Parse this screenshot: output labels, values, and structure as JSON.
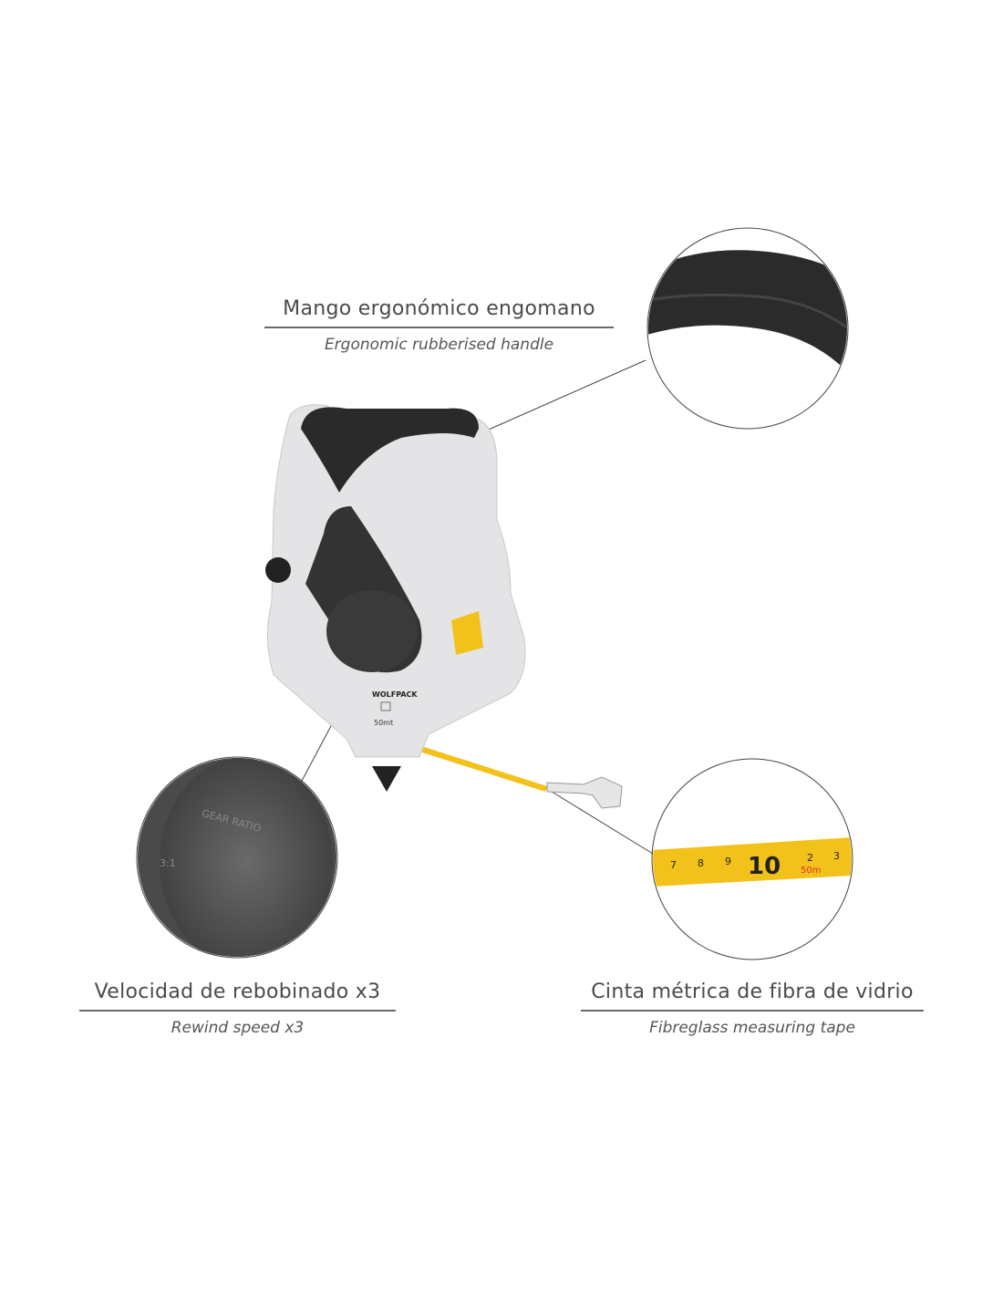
{
  "callouts": [
    {
      "title": "Mango ergonómico engomano",
      "subtitle": "Ergonomic rubberised handle"
    },
    {
      "title": "Velocidad de rebobinado x3",
      "subtitle": "Rewind speed x3"
    },
    {
      "title": "Cinta métrica de fibra de vidrio",
      "subtitle": "Fibreglass measuring tape"
    }
  ],
  "product": {
    "brand": "WOLFPACK",
    "length": "50mt"
  },
  "details": {
    "gear_label": "GEAR RATIO",
    "gear_ratio": "3:1",
    "tape_marks": [
      "7",
      "8",
      "9",
      "10",
      "2",
      "3"
    ],
    "tape_length": "50m"
  },
  "colors": {
    "yellow": "#f2c21b",
    "body": "#e4e4e6",
    "rubber": "#2a2a2a",
    "text": "#4a4a4a"
  }
}
